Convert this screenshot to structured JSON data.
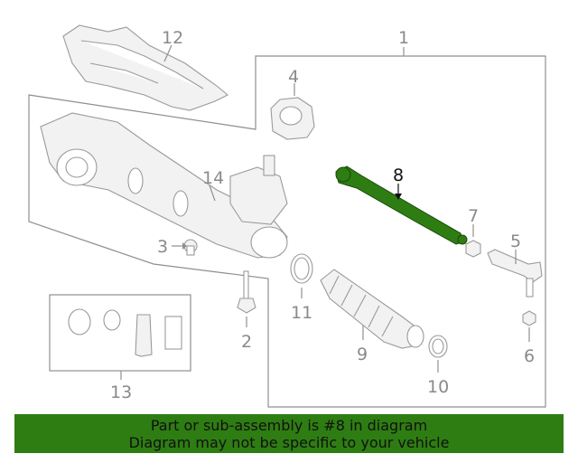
{
  "diagram": {
    "callouts": [
      {
        "id": "1",
        "label": "1"
      },
      {
        "id": "2",
        "label": "2"
      },
      {
        "id": "3",
        "label": "3"
      },
      {
        "id": "4",
        "label": "4"
      },
      {
        "id": "5",
        "label": "5"
      },
      {
        "id": "6",
        "label": "6"
      },
      {
        "id": "7",
        "label": "7"
      },
      {
        "id": "8",
        "label": "8"
      },
      {
        "id": "9",
        "label": "9"
      },
      {
        "id": "10",
        "label": "10"
      },
      {
        "id": "11",
        "label": "11"
      },
      {
        "id": "12",
        "label": "12"
      },
      {
        "id": "13",
        "label": "13"
      },
      {
        "id": "14",
        "label": "14"
      }
    ],
    "highlighted_part": "8",
    "highlight_color": "#2e7d12",
    "line_color": "#8f8f8f"
  },
  "banner": {
    "line1": "Part or sub-assembly is #8 in diagram",
    "line2": "Diagram may not be specific to your vehicle",
    "background": "#2e7d12"
  }
}
